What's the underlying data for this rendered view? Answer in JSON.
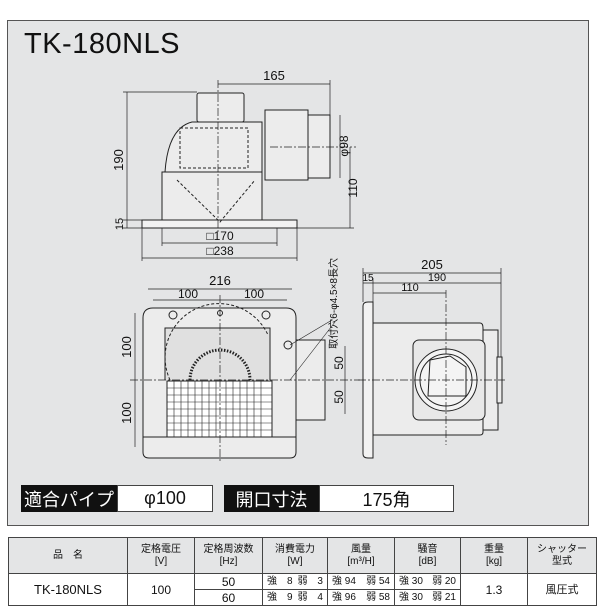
{
  "title": "TK-180NLS",
  "dimensions": {
    "side_view": {
      "width_165": "165",
      "height_190": "190",
      "flange_15": "15",
      "duct_dia": "φ98",
      "duct_height_110": "110",
      "opening_170": "□170",
      "flange_238": "□238"
    },
    "plan_view": {
      "width_216": "216",
      "half_left": "100",
      "half_right": "100",
      "upper_100": "100",
      "lower_100": "100",
      "collar_upper_50": "50",
      "collar_lower_50": "50",
      "mounting_holes": "取付穴6-φ4.5×8長穴"
    },
    "end_view": {
      "total_205": "205",
      "flange_15": "15",
      "body_190": "190",
      "center_110": "110"
    }
  },
  "specs": {
    "pipe_label": "適合パイプ",
    "pipe_value": "φ100",
    "opening_label": "開口寸法",
    "opening_value": "175角"
  },
  "table": {
    "headers": [
      {
        "l1": "品　名",
        "l2": ""
      },
      {
        "l1": "定格電圧",
        "l2": "[V]"
      },
      {
        "l1": "定格周波数",
        "l2": "[Hz]"
      },
      {
        "l1": "消費電力",
        "l2": "[W]"
      },
      {
        "l1": "風量",
        "l2": "[m³/H]"
      },
      {
        "l1": "騒音",
        "l2": "[dB]"
      },
      {
        "l1": "重量",
        "l2": "[kg]"
      },
      {
        "l1": "シャッター",
        "l2": "型式"
      }
    ],
    "model": "TK-180NLS",
    "voltage": "100",
    "weight": "1.3",
    "shutter": "風圧式",
    "rows": [
      {
        "hz": "50",
        "w_hi": "強　8",
        "w_lo": "弱　3",
        "q_hi": "強 94",
        "q_lo": "弱 54",
        "db_hi": "強 30",
        "db_lo": "弱 20"
      },
      {
        "hz": "60",
        "w_hi": "強　9",
        "w_lo": "弱　4",
        "q_hi": "強 96",
        "q_lo": "弱 58",
        "db_hi": "強 30",
        "db_lo": "弱 21"
      }
    ]
  }
}
